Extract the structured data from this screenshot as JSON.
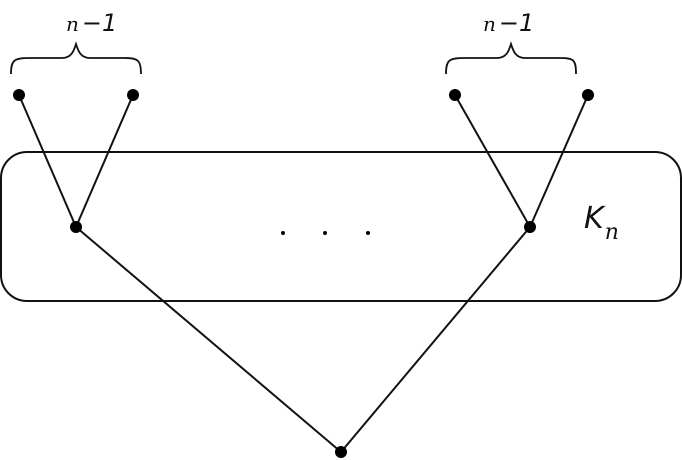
{
  "labels": {
    "left_brace": {
      "var": "n",
      "rest": "−1"
    },
    "right_brace": {
      "var": "n",
      "rest": "−1"
    },
    "box": {
      "main": "K",
      "sub": "n"
    },
    "ellipsis": ". . ."
  },
  "graph": {
    "vertices": [
      "left-leaf-1",
      "left-leaf-2",
      "right-leaf-1",
      "right-leaf-2",
      "left-hub",
      "right-hub",
      "apex"
    ],
    "edges": [
      [
        "left-leaf-1",
        "left-hub"
      ],
      [
        "left-leaf-2",
        "left-hub"
      ],
      [
        "right-leaf-1",
        "right-hub"
      ],
      [
        "right-leaf-2",
        "right-hub"
      ],
      [
        "left-hub",
        "apex"
      ],
      [
        "right-hub",
        "apex"
      ]
    ]
  },
  "colors": {
    "stroke": "#111111",
    "vertex": "#000000",
    "background": "#ffffff"
  }
}
